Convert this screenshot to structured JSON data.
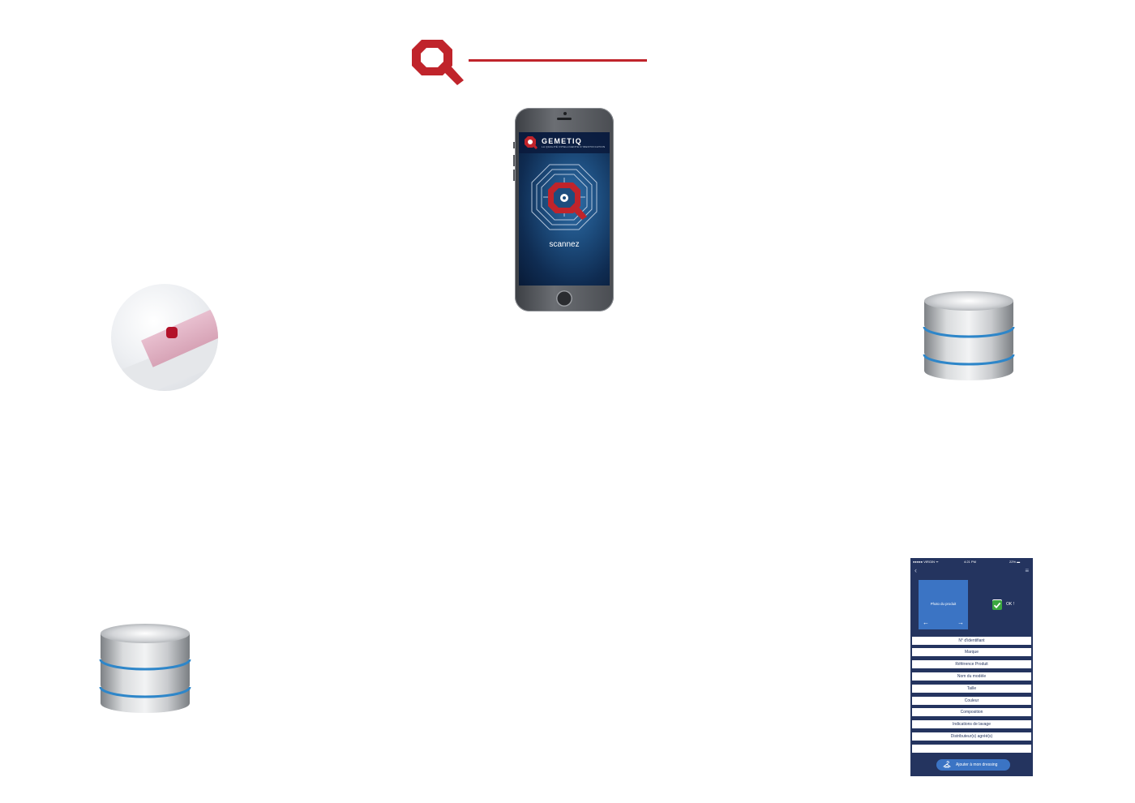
{
  "phone_app": {
    "brand": "GEMETIQ",
    "tagline": "LA QUALITÉ INTELLIGENTE D'IDENTIFICATION",
    "scan_label": "scannez"
  },
  "product_app": {
    "status_carrier": "●●●●● VIRGIN ᯤ",
    "status_time": "4:21 PM",
    "status_battery": "22% ▬",
    "nav_back": "‹",
    "nav_menu": "≡",
    "photo_label": "Photo du produit",
    "arrow_left": "←",
    "arrow_right": "→",
    "ok_label": "OK !",
    "fields": [
      "N° d'identifiant",
      "Marque",
      "Référence Produit",
      "Nom du modèle",
      "Taille",
      "Couleur",
      "Composition",
      "Indications de lavage",
      "Distributeur(s) agréé(s)",
      ""
    ],
    "cta_label": "Ajouter à mon dressing"
  },
  "colors": {
    "brand_red": "#c0242b",
    "app_navy": "#24345f",
    "app_blue": "#3b74c4",
    "check_green": "#3aa63f"
  },
  "icons": {
    "top_logo": "magnifier-q-logo",
    "database": "database-icon",
    "check": "check-icon",
    "cta": "hanger-icon"
  }
}
